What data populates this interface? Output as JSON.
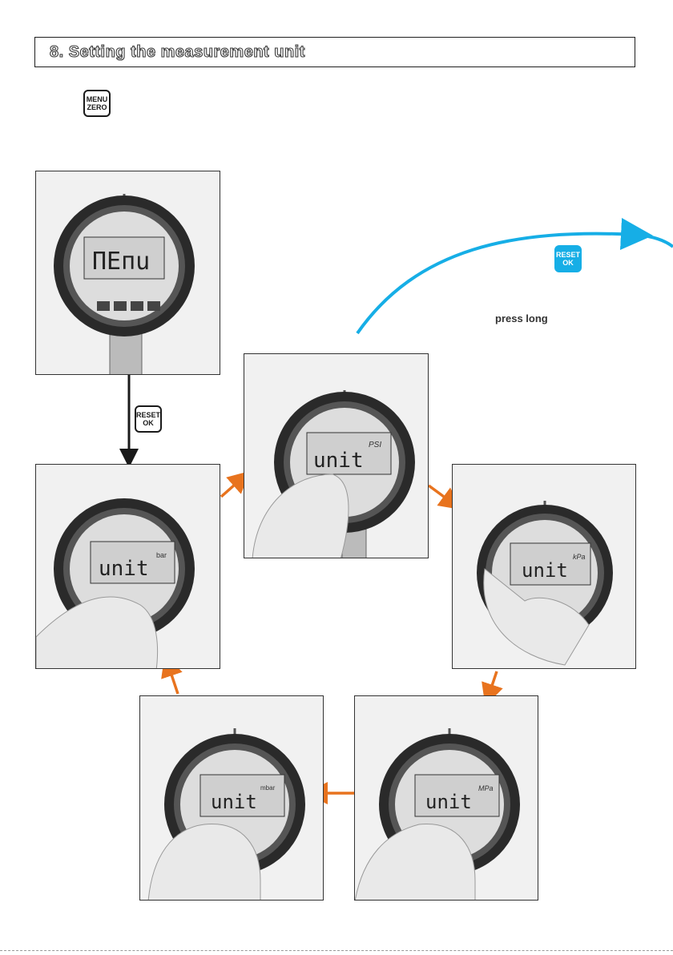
{
  "section": {
    "number": "8.",
    "title": "Setting the measurement unit"
  },
  "keys": {
    "menu_zero": [
      "MENU",
      "ZERO"
    ],
    "reset_ok": [
      "RESET",
      "OK"
    ]
  },
  "note": {
    "press_long": "press long"
  },
  "screens": [
    {
      "id": "menu",
      "text": "ПЕпu",
      "unit": ""
    },
    {
      "id": "bar",
      "text": "unit",
      "unit": "bar"
    },
    {
      "id": "psi",
      "text": "unit",
      "unit": "PSI"
    },
    {
      "id": "kpa",
      "text": "unit",
      "unit": "kPa"
    },
    {
      "id": "mpa",
      "text": "unit",
      "unit": "MPa"
    },
    {
      "id": "mbar",
      "text": "unit",
      "unit": "mbar"
    }
  ],
  "colors": {
    "orange": "#e8731e",
    "blue": "#16aee6",
    "black": "#1a1a1a"
  }
}
